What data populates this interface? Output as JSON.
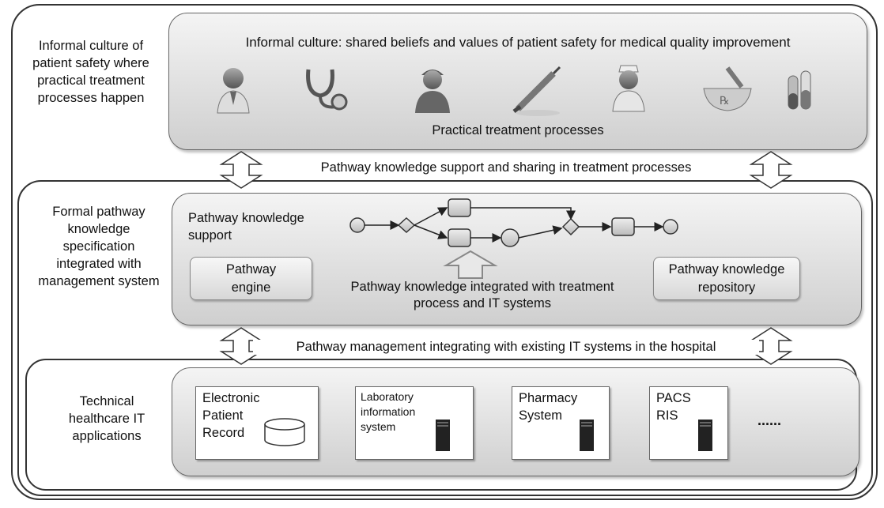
{
  "sections": {
    "culture_label": [
      "Informal culture of",
      "patient safety where",
      "practical treatment",
      "processes happen"
    ],
    "pathway_label": [
      "Formal pathway",
      "knowledge",
      "specification",
      "integrated  with",
      "management system"
    ],
    "it_label": [
      "Technical",
      "healthcare IT",
      "applications"
    ]
  },
  "culture_panel": {
    "title": "Informal culture: shared beliefs and values of patient safety for medical quality improvement",
    "subtitle": "Practical treatment processes",
    "icons": [
      "doctor-icon",
      "stethoscope-icon",
      "surgeon-icon",
      "syringe-icon",
      "nurse-icon",
      "mortar-pestle-icon",
      "test-tubes-icon"
    ]
  },
  "arrow_labels": {
    "top": "Pathway knowledge support and sharing in treatment processes",
    "bottom": "Pathway management integrating with existing IT systems in the hospital"
  },
  "pathway_panel": {
    "support_label": [
      "Pathway knowledge",
      "support"
    ],
    "engine_label": [
      "Pathway",
      "engine"
    ],
    "integration_label": [
      "Pathway knowledge integrated with treatment",
      "process and IT systems"
    ],
    "repository_label": [
      "Pathway knowledge",
      "repository"
    ]
  },
  "it_panel": {
    "apps": [
      {
        "lines": [
          "Electronic",
          "Patient",
          "Record"
        ],
        "icon": "database-icon"
      },
      {
        "lines": [
          "Laboratory",
          "information",
          "system"
        ],
        "icon": "server-icon"
      },
      {
        "lines": [
          "Pharmacy",
          "System"
        ],
        "icon": "server-icon"
      },
      {
        "lines": [
          "PACS",
          "RIS"
        ],
        "icon": "server-icon"
      }
    ],
    "more": "......"
  }
}
